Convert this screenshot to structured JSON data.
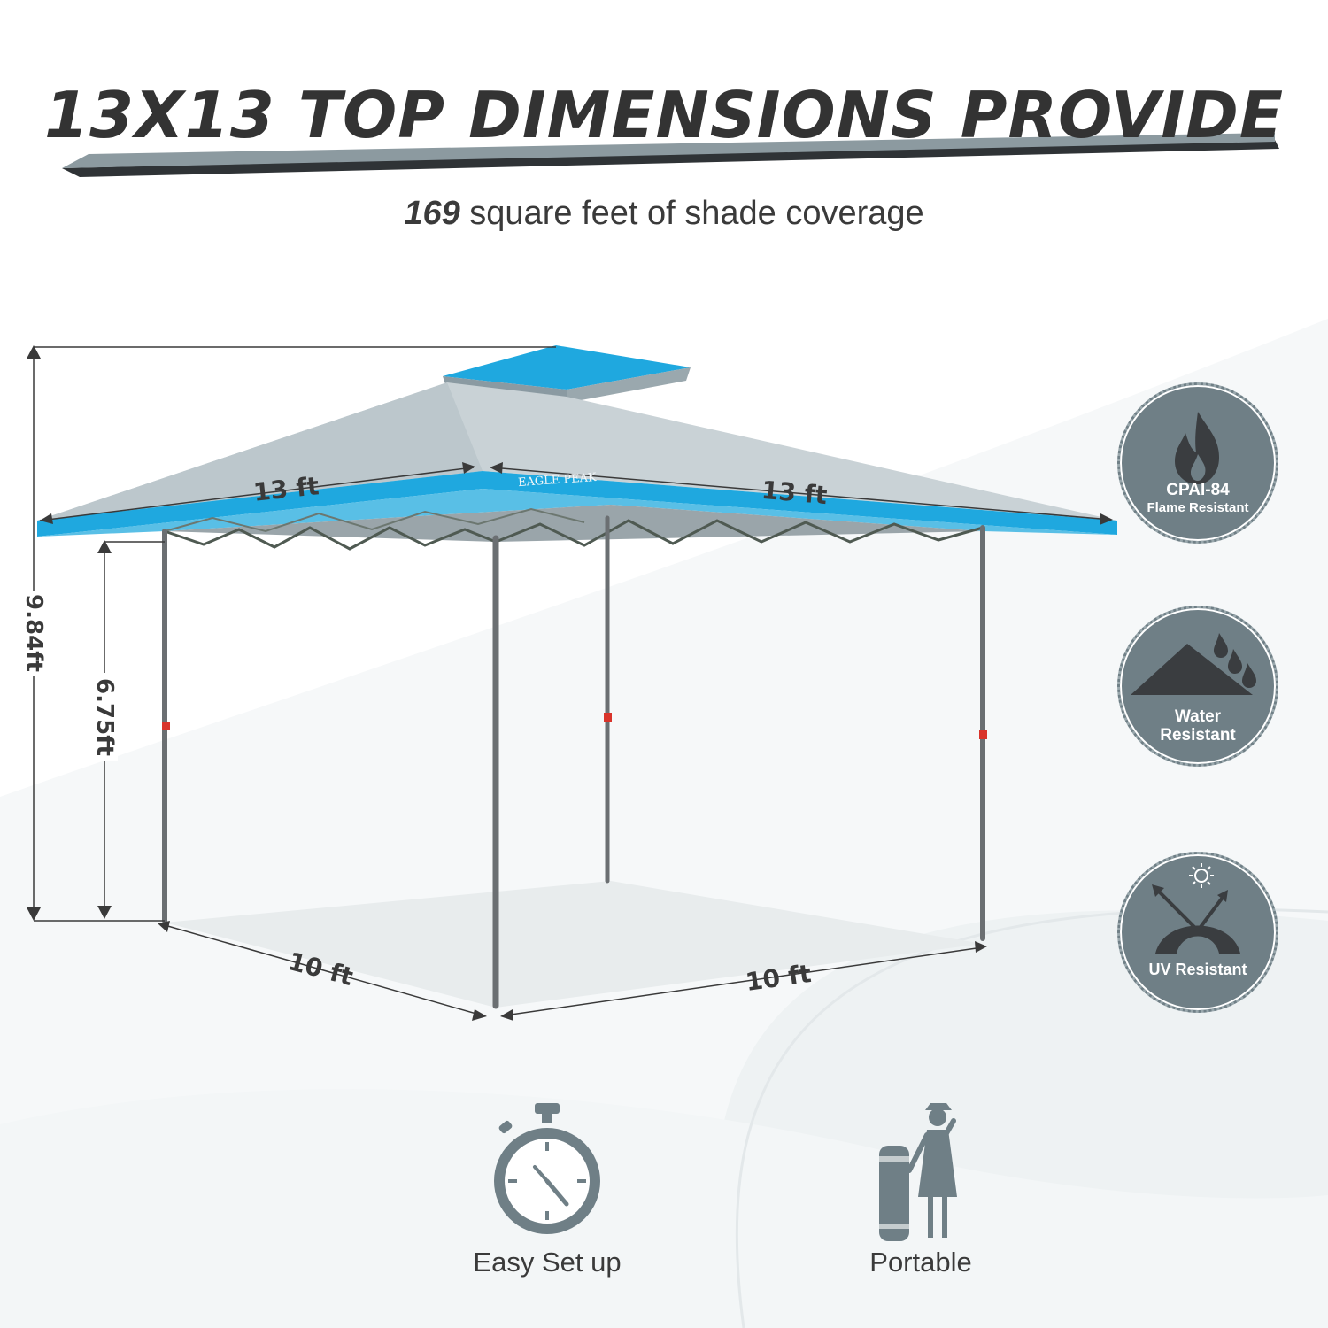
{
  "headline": "13X13 TOP DIMENSIONS PROVIDE",
  "subline": {
    "number": "169",
    "text": " square feet of shade coverage"
  },
  "brand_mark": "EAGLE PEAK",
  "dimensions": {
    "top_left": "13 ft",
    "top_right": "13 ft",
    "bottom_left": "10 ft",
    "bottom_right": "10 ft",
    "total_height": "9.84ft",
    "leg_height": "6.75ft"
  },
  "features": [
    {
      "icon": "flame-icon",
      "label": "CPAI-84",
      "sublabel": "Flame Resistant"
    },
    {
      "icon": "mountain-rain-icon",
      "label": "Water",
      "sublabel": "Resistant"
    },
    {
      "icon": "sun-umbrella-icon",
      "label": "UV Resistant",
      "sublabel": ""
    }
  ],
  "bottom": [
    {
      "icon": "stopwatch-icon",
      "label": "Easy Set up"
    },
    {
      "icon": "person-carry-bag-icon",
      "label": "Portable"
    }
  ],
  "colors": {
    "canopy_blue": "#1fa8df",
    "canopy_grey": "#c9d2d6",
    "frame": "#6b6f72",
    "badge": "#6f7f86",
    "ribbon": "#8c9aa0"
  }
}
